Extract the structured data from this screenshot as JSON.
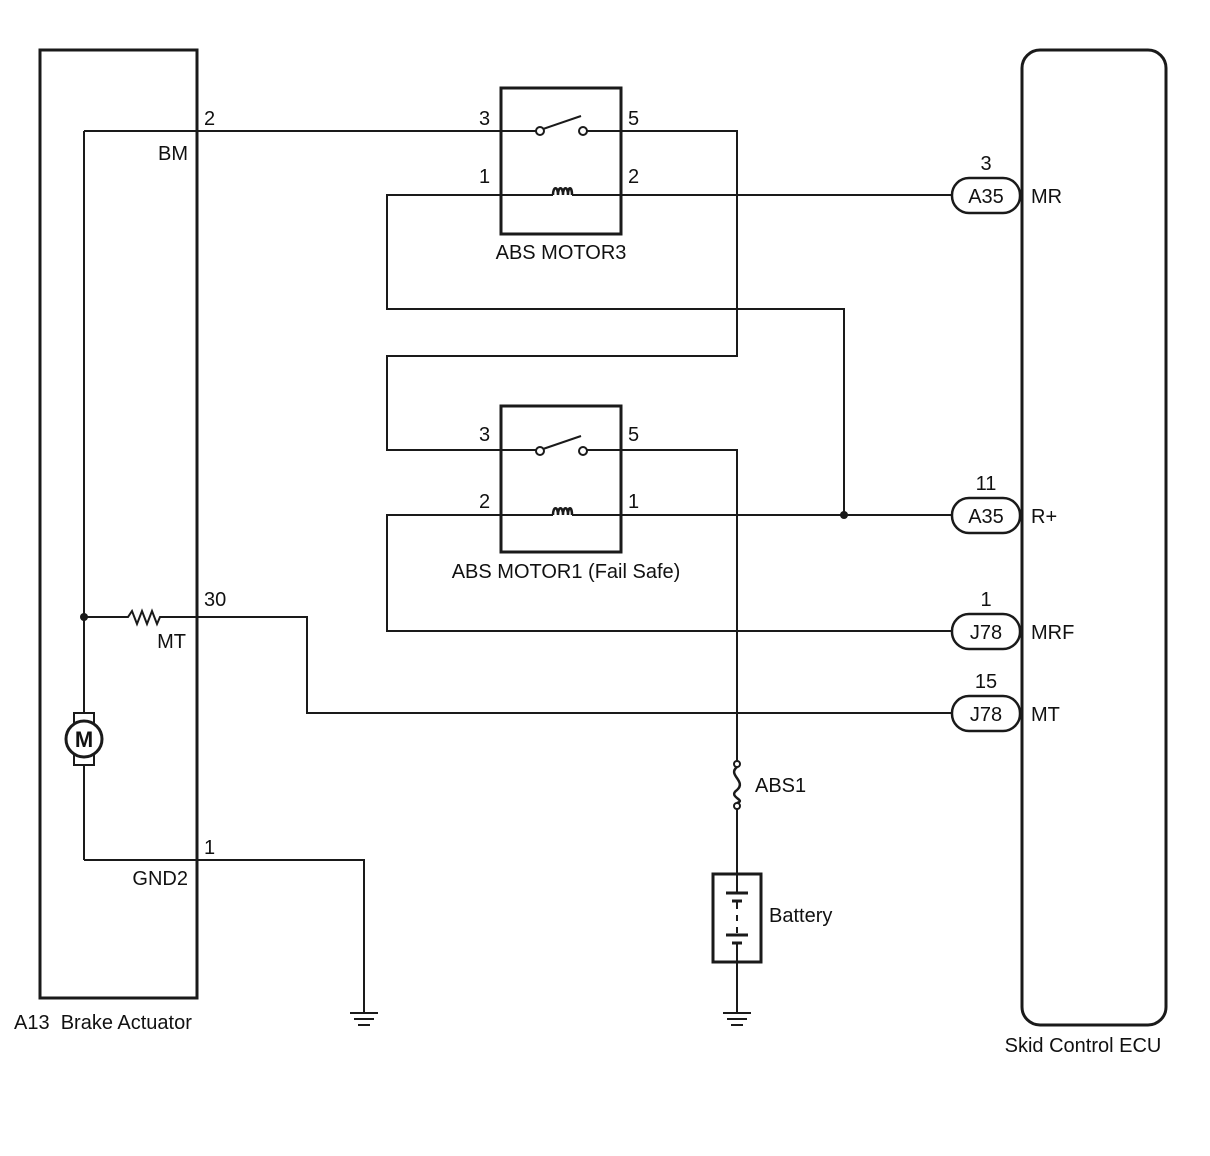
{
  "components": {
    "brake_actuator": {
      "label": "A13  Brake Actuator"
    },
    "ecu": {
      "label": "Skid Control ECU"
    },
    "relay_motor3": {
      "label": "ABS MOTOR3"
    },
    "relay_motor1": {
      "label": "ABS MOTOR1 (Fail Safe)"
    },
    "fuse": {
      "label": "ABS1"
    },
    "battery": {
      "label": "Battery"
    },
    "motor": {
      "symbol": "M"
    }
  },
  "actuator_terminals": {
    "bm": {
      "pin": "2",
      "name": "BM"
    },
    "mt": {
      "pin": "30",
      "name": "MT"
    },
    "gnd2": {
      "pin": "1",
      "name": "GND2"
    }
  },
  "relay_motor3_pins": {
    "sw_in": "3",
    "sw_out": "5",
    "coil_a": "1",
    "coil_b": "2"
  },
  "relay_motor1_pins": {
    "sw_in": "3",
    "sw_out": "5",
    "coil_a": "2",
    "coil_b": "1"
  },
  "ecu_terminals": [
    {
      "pin": "3",
      "connector": "A35",
      "name": "MR"
    },
    {
      "pin": "11",
      "connector": "A35",
      "name": "R+"
    },
    {
      "pin": "1",
      "connector": "J78",
      "name": "MRF"
    },
    {
      "pin": "15",
      "connector": "J78",
      "name": "MT"
    }
  ]
}
